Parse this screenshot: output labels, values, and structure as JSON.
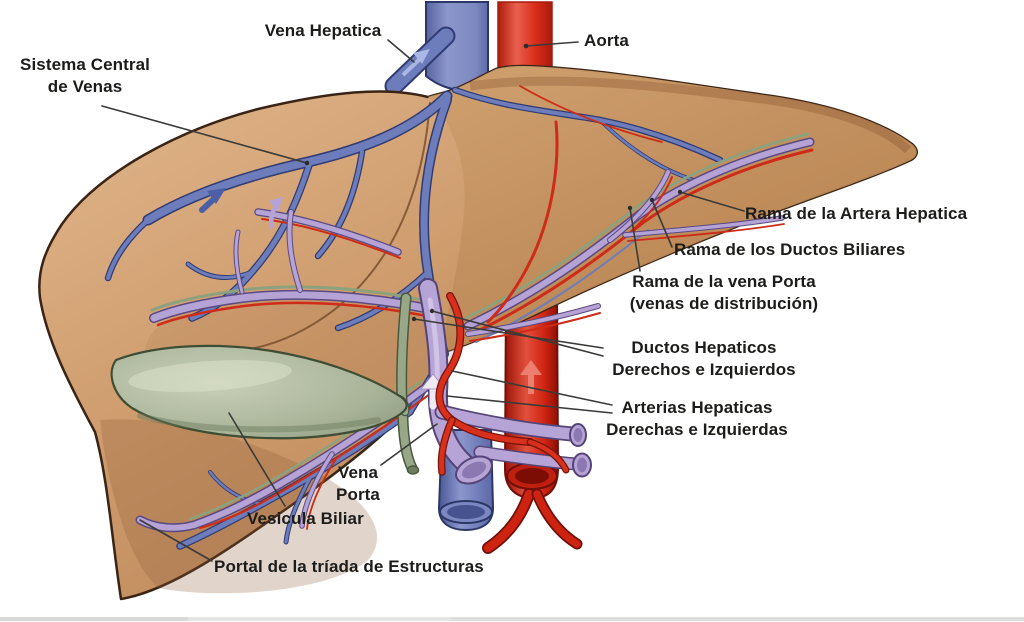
{
  "labels": {
    "vena_hepatica": "Vena Hepatica",
    "aorta": "Aorta",
    "sistema_central": "Sistema Central\nde Venas",
    "rama_artera": "Rama de la Artera Hepatica",
    "rama_ductos": "Rama de los Ductos Biliares",
    "rama_vena_porta": "Rama de la vena Porta\n(venas de distribución)",
    "ductos_hepaticos": "Ductos Hepaticos\nDerechos e Izquierdos",
    "arterias_hepaticas": "Arterias Hepaticas\nDerechas e Izquierdas",
    "vena_porta": "Vena\nPorta",
    "vesicula_biliar": "Vesicula Biliar",
    "portal_triada": "Portal de la tríada de Estructuras"
  },
  "colors": {
    "background": "#ffffff",
    "liver_light": "#e0b68c",
    "liver_mid": "#cd9a6b",
    "liver_dark": "#a06a42",
    "liver_outline": "#3a2415",
    "vein_blue": "#6d7cba",
    "vein_outline": "#303c72",
    "vena_cava_blue": "#8b97cc",
    "aorta_red": "#d92c1a",
    "aorta_dark": "#7c0d04",
    "artery_red": "#d7301c",
    "portal_lavender": "#b7a4d7",
    "portal_outline": "#554478",
    "bile_duct_green": "#97a787",
    "duct_outline": "#49593e",
    "gallbladder_sage": "#a9b499",
    "gallbladder_outline": "#3e4e35",
    "label_text": "#1c1c1a",
    "leader_line": "#3a3a38",
    "bottom_edge": "#dededc"
  },
  "icons": {
    "flow_arrow_hepatic_vein": "up-right arrow",
    "flow_arrow_left_lobe": "up-right arrow",
    "flow_arrow_portal_branch": "curved up arrow",
    "flow_arrow_portal_trunk": "up arrow",
    "flow_arrow_aorta": "up arrow"
  }
}
